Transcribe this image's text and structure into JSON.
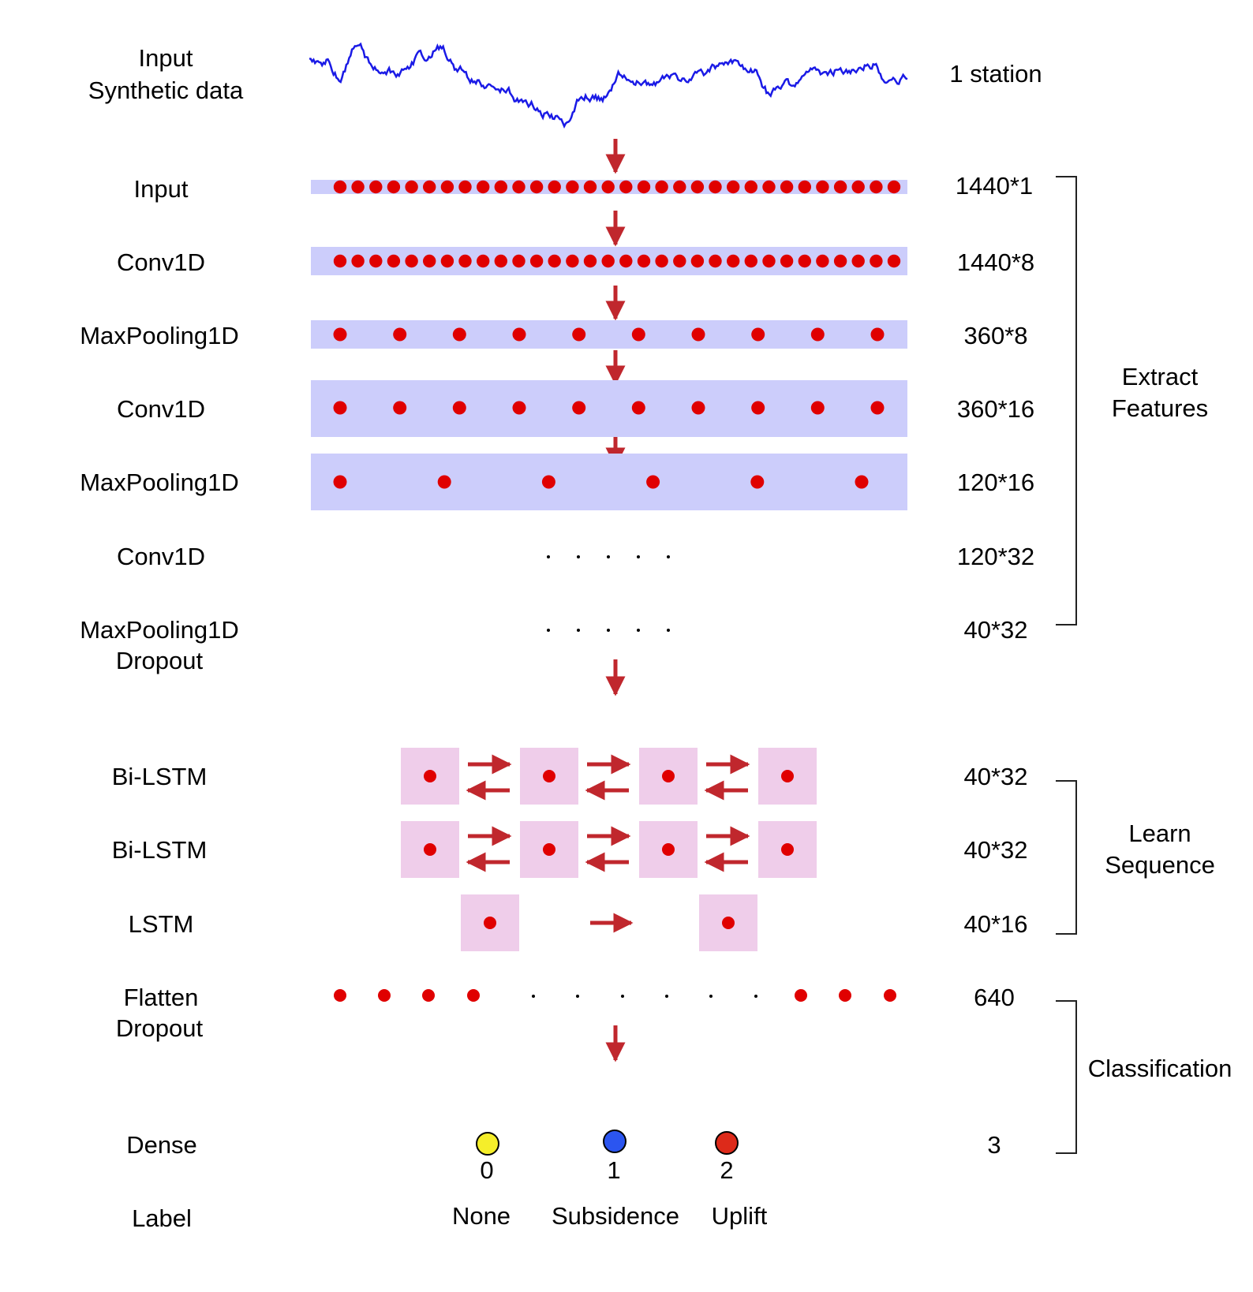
{
  "colors": {
    "signal": "#1a1ae6",
    "node": "#e00000",
    "cnn_band": "#cccdfb",
    "lstm_cell": "#efcdea",
    "arrow": "#c0272d",
    "bracket": "#222222",
    "class_none": "#f5ee2a",
    "class_subsidence": "#2b55f0",
    "class_uplift": "#dd2a1a"
  },
  "top": {
    "left_label_line1": "Input",
    "left_label_line2": "Synthetic data",
    "right_label": "1 station"
  },
  "layers": [
    {
      "name": "Input",
      "shape": "1440*1",
      "nodes": 32
    },
    {
      "name": "Conv1D",
      "shape": "1440*8",
      "nodes": 32
    },
    {
      "name": "MaxPooling1D",
      "shape": "360*8",
      "nodes": 10
    },
    {
      "name": "Conv1D",
      "shape": "360*16",
      "nodes": 10
    },
    {
      "name": "MaxPooling1D",
      "shape": "120*16",
      "nodes": 6
    },
    {
      "name": "Conv1D",
      "shape": "120*32",
      "nodes": 0
    },
    {
      "name": "MaxPooling1D",
      "name2": "Dropout",
      "shape": "40*32",
      "nodes": 0
    },
    {
      "name": "Bi-LSTM",
      "shape": "40*32",
      "cells": 4
    },
    {
      "name": "Bi-LSTM",
      "shape": "40*32",
      "cells": 4
    },
    {
      "name": "LSTM",
      "shape": "40*16",
      "cells": 2
    },
    {
      "name": "Flatten",
      "name2": "Dropout",
      "shape": "640"
    },
    {
      "name": "Dense",
      "shape": "3"
    },
    {
      "name": "Label"
    }
  ],
  "stages": [
    {
      "line1": "Extract",
      "line2": "Features"
    },
    {
      "line1": "Learn",
      "line2": "Sequence"
    },
    {
      "line1": "Classification"
    }
  ],
  "classes": [
    {
      "index": "0",
      "label": "None"
    },
    {
      "index": "1",
      "label": "Subsidence"
    },
    {
      "index": "2",
      "label": "Uplift"
    }
  ]
}
